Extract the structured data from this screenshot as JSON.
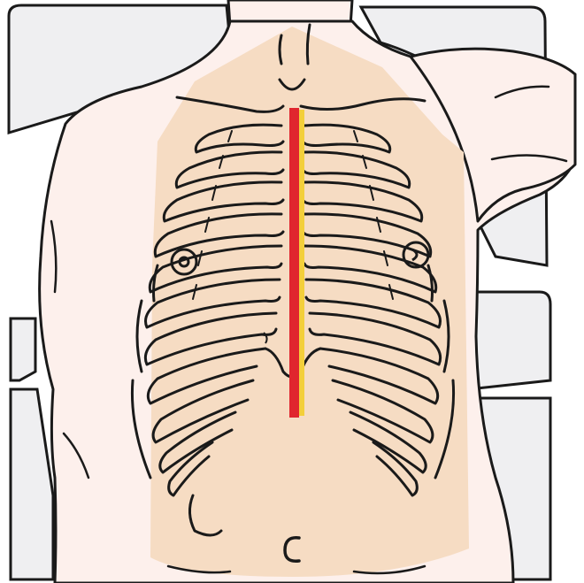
{
  "figure": {
    "label": "C"
  },
  "colors": {
    "background": "#ffffff",
    "table_pad": "#efeff1",
    "skin": "#fdf0ec",
    "sterile_field": "#f6dcc3",
    "line": "#1a1a1a",
    "incision": "#e0262e",
    "incision_edge": "#f3cf3a"
  },
  "icons": [
    "rib-cage",
    "sternal-incision-line",
    "nipple-left",
    "nipple-right",
    "umbilicus",
    "operating-table"
  ]
}
